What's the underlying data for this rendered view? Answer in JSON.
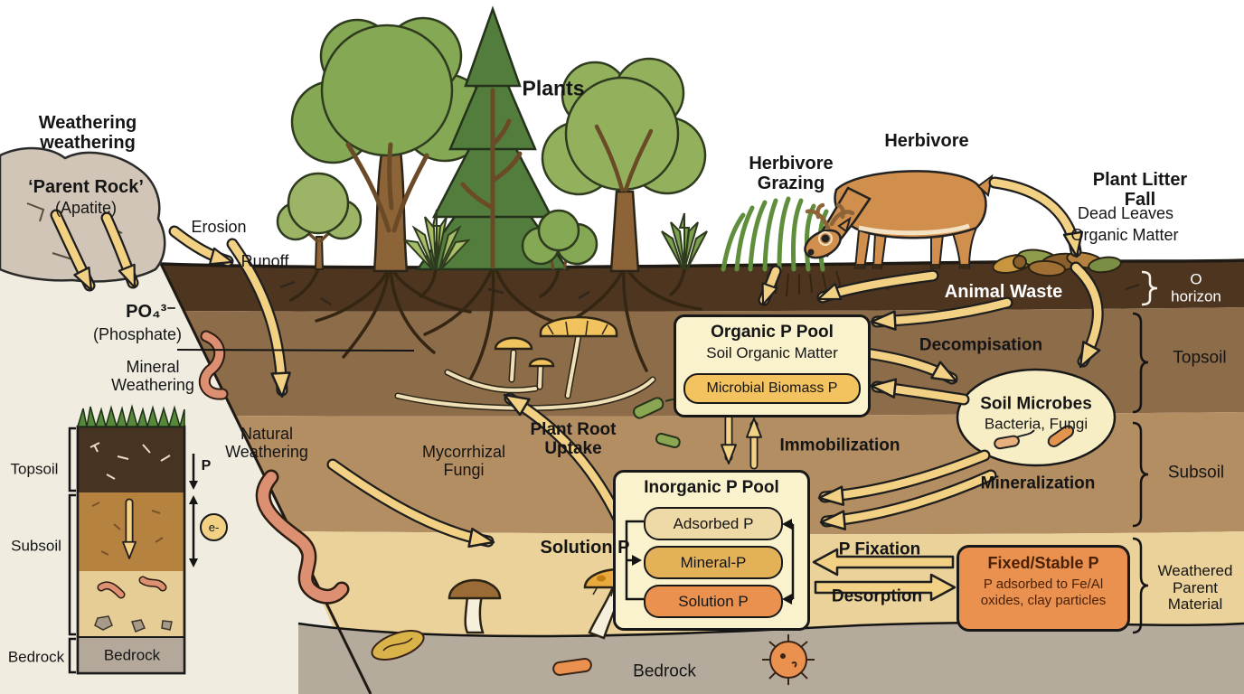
{
  "colors": {
    "arrow": "#f3d184",
    "o_horizon": "#4d3520",
    "topsoil": "#8d6c4a",
    "subsoil": "#b48e63",
    "weathered_parent": "#ead29a",
    "bedrock": "#b5ab9c",
    "box_cream": "#f9f2cd",
    "pill_yellow": "#f2c35f",
    "pill_tan": "#eedaa7",
    "pill_gold": "#e2b158",
    "pill_orange": "#ea9150",
    "rock": "#d0c5b6"
  },
  "labels": {
    "weathering": "Weathering\nweathering",
    "parent_rock": "‘Parent Rock’",
    "apatite": "(Apatite)",
    "erosion": "Erosion",
    "runoff": "Runoff",
    "phosphate_formula": "PO₄³⁻",
    "phosphate": "(Phosphate)",
    "mineral_weathering": "Mineral\nWeathering",
    "natural_weathering": "Natural\nWeathering",
    "plants": "Plants",
    "herbivore": "Herbivore",
    "herbivore_grazing": "Herbivore\nGrazing",
    "plant_litter_fall": "Plant Litter Fall",
    "dead_leaves": "Dead Leaves",
    "organic_matter": "Organic Matter",
    "animal_waste": "Animal Waste",
    "o_horizon": "O horizon",
    "topsoil": "Topsoil",
    "subsoil": "Subsoil",
    "weathered_parent": "Weathered\nParent\nMaterial",
    "bedrock": "Bedrock",
    "decompisation": "Decompisation",
    "immobilization": "Immobilization",
    "mineralization": "Mineralization",
    "p_fixation": "P Fixation",
    "desorption": "Desorption",
    "solution_p": "Solution P",
    "plant_root_uptake": "Plant Root\nUptake",
    "mycorrhizal_fungi": "Mycorrhizal\nFungi"
  },
  "organic_pool": {
    "title": "Organic P Pool",
    "subtitle": "Soil Organic Matter",
    "pill": "Microbial Biomass P"
  },
  "inorganic_pool": {
    "title": "Inorganic P Pool",
    "pills": [
      "Adsorbed P",
      "Mineral-P",
      "Solution P"
    ]
  },
  "soil_microbes": {
    "title": "Soil Microbes",
    "subtitle": "Bacteria, Fungi"
  },
  "fixed_pool": {
    "title": "Fixed/Stable P",
    "subtitle": "P adsorbed to Fe/Al\noxides, clay particles"
  },
  "inset": {
    "topsoil": "Topsoil",
    "subsoil": "Subsoil",
    "bedrock_label": "Bedrock",
    "bedrock_layer": "Bedrock",
    "p": "P",
    "electron": "e-"
  }
}
